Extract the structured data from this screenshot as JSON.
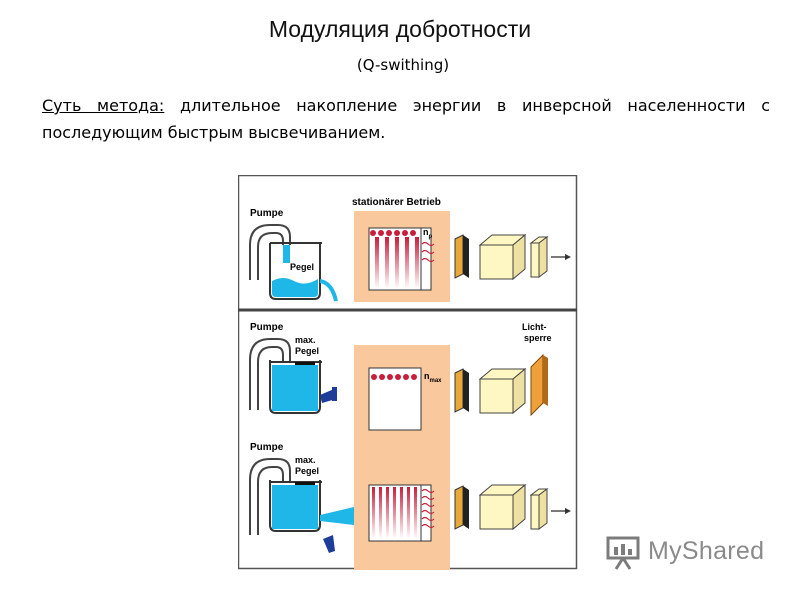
{
  "title": "Модуляция добротности",
  "subtitle": "(Q-swithing)",
  "description": {
    "lead": "Суть метода:",
    "text": " длительное накопление энергии в инверсной населенности с последующим быстрым высвечиванием."
  },
  "figure": {
    "panel_stationary": {
      "header": "stationärer Betrieb",
      "pump_label": "Pumpe",
      "level_label": "Pegel",
      "population_label": "n",
      "population_sub": "p"
    },
    "panel_blocked": {
      "pump_label": "Pumpe",
      "level_label_1": "max.",
      "level_label_2": "Pegel",
      "population_label": "n",
      "population_sub": "max",
      "shutter_label_1": "Licht-",
      "shutter_label_2": "sperre"
    },
    "panel_release": {
      "pump_label": "Pumpe",
      "level_label_1": "max.",
      "level_label_2": "Pegel"
    },
    "colors": {
      "water": "#1fb6e8",
      "peach": "#f9c89c",
      "cube": "#fff7c2",
      "shutter": "#f0a039",
      "atom": "#c81e3c",
      "valve": "#1e3c9a"
    }
  },
  "watermark": {
    "brand_text": "MyShared"
  }
}
